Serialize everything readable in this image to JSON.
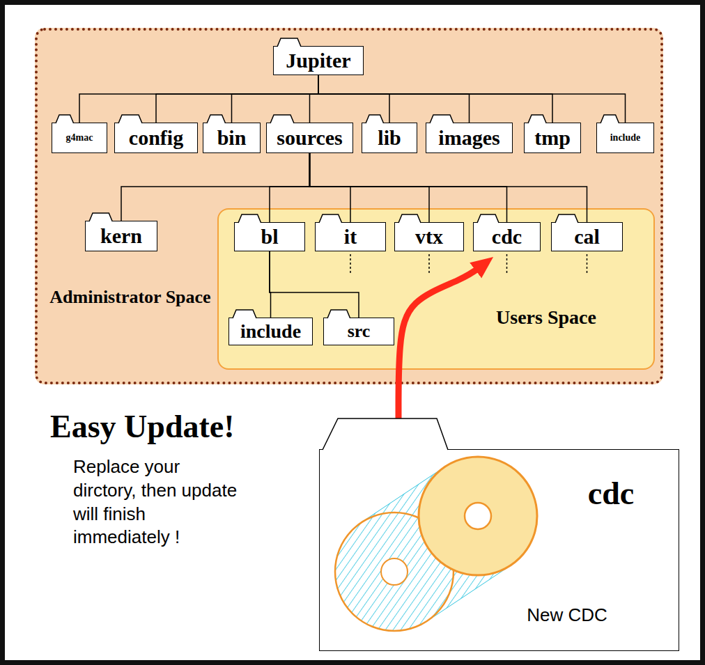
{
  "diagram": {
    "title": "Easy Update!",
    "nodes": [
      {
        "text": [
          "Administrator Space"
        ]
      },
      {
        "text": [
          "Jupiter"
        ],
        "in": 0
      },
      {
        "text": [
          "g4mac"
        ],
        "in": 0
      },
      {
        "text": [
          "config"
        ],
        "in": 0
      },
      {
        "text": [
          "bin"
        ],
        "in": 0
      },
      {
        "text": [
          "sources"
        ],
        "in": 0
      },
      {
        "text": [
          "lib"
        ],
        "in": 0
      },
      {
        "text": [
          "images"
        ],
        "in": 0
      },
      {
        "text": [
          "tmp"
        ],
        "in": 0
      },
      {
        "text": [
          "include"
        ],
        "in": 0
      },
      {
        "text": [
          "kern"
        ],
        "in": 0
      },
      {
        "text": [
          "Users Space"
        ],
        "in": 0
      },
      {
        "text": [
          "bl"
        ],
        "in": 11
      },
      {
        "text": [
          "it"
        ],
        "in": 11
      },
      {
        "text": [
          "vtx"
        ],
        "in": 11
      },
      {
        "text": [
          "cdc"
        ],
        "in": 11
      },
      {
        "text": [
          "cal"
        ],
        "in": 11
      },
      {
        "text": [
          "include"
        ],
        "in": 11
      },
      {
        "text": [
          "src"
        ],
        "in": 11
      },
      {
        "text": [
          "cdc",
          "New CDC"
        ]
      }
    ],
    "edges": [
      {
        "from": 1,
        "to": 2,
        "arrow": "none"
      },
      {
        "from": 1,
        "to": 3,
        "arrow": "none"
      },
      {
        "from": 1,
        "to": 4,
        "arrow": "none"
      },
      {
        "from": 1,
        "to": 5,
        "arrow": "none"
      },
      {
        "from": 1,
        "to": 6,
        "arrow": "none"
      },
      {
        "from": 1,
        "to": 7,
        "arrow": "none"
      },
      {
        "from": 1,
        "to": 8,
        "arrow": "none"
      },
      {
        "from": 1,
        "to": 9,
        "arrow": "none"
      },
      {
        "from": 5,
        "to": 10,
        "arrow": "none"
      },
      {
        "from": 5,
        "to": 12,
        "arrow": "none"
      },
      {
        "from": 5,
        "to": 13,
        "arrow": "none"
      },
      {
        "from": 5,
        "to": 14,
        "arrow": "none"
      },
      {
        "from": 5,
        "to": 15,
        "arrow": "none"
      },
      {
        "from": 5,
        "to": 16,
        "arrow": "none"
      },
      {
        "from": 12,
        "to": 17,
        "arrow": "none"
      },
      {
        "from": 12,
        "to": 18,
        "arrow": "none"
      },
      {
        "from": 19,
        "to": 15,
        "arrow": "to"
      }
    ],
    "labels": [
      "Replace your dirctory, then update will finish immediately !"
    ]
  }
}
